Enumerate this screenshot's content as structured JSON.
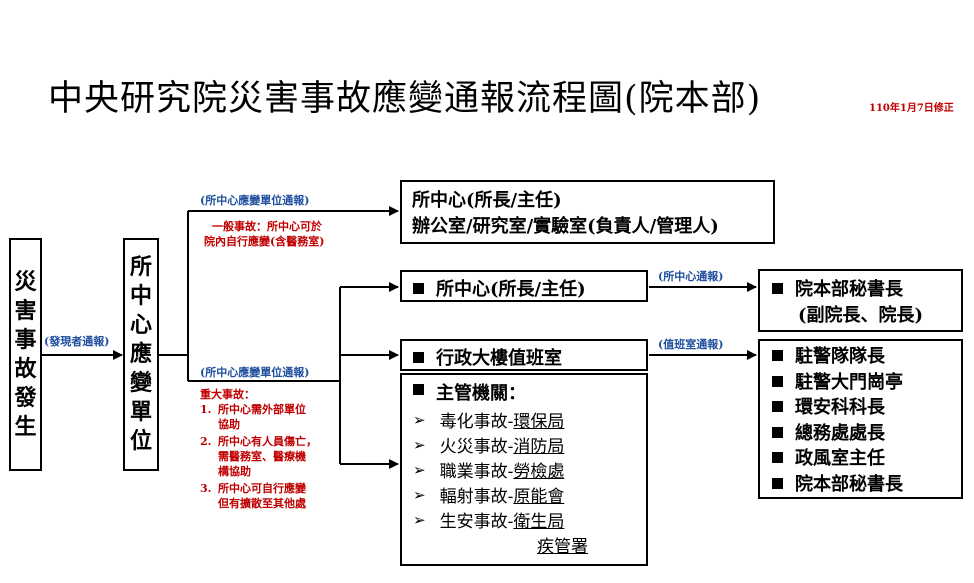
{
  "title": "中央研究院災害事故應變通報流程圖(院本部)",
  "revision": "110年1月7日修正",
  "start_box": [
    "災",
    "害",
    "事",
    "故",
    "發",
    "生"
  ],
  "center_box": [
    "所",
    "中",
    "心",
    "應",
    "變",
    "單",
    "位"
  ],
  "labels": {
    "discoverer_report": "(發現者通報)",
    "unit_report_top": "(所中心應變單位通報)",
    "unit_report_bottom": "(所中心應變單位通報)",
    "center_report": "(所中心通報)",
    "duty_report": "(值班室通報)"
  },
  "general_incident": [
    "一般事故：所中心可於",
    "院內自行應變(含醫務室)"
  ],
  "major_incident": {
    "heading": "重大事故：",
    "items": [
      [
        "1.",
        "所中心需外部單位",
        "協助"
      ],
      [
        "2.",
        "所中心有人員傷亡，",
        "需醫務室、醫療機",
        "構協助"
      ],
      [
        "3.",
        "所中心可自行應變",
        "但有擴散至其他處"
      ]
    ]
  },
  "top_box": [
    "所中心(所長/主任)",
    "辦公室/研究室/實驗室(負責人/管理人)"
  ],
  "director_box": "所中心(所長/主任)",
  "duty_box": "行政大樓值班室",
  "authority_box": {
    "heading": "主管機關：",
    "items": [
      {
        "type": "毒化事故-",
        "agency": "環保局"
      },
      {
        "type": "火災事故-",
        "agency": "消防局"
      },
      {
        "type": "職業事故-",
        "agency": "勞檢處"
      },
      {
        "type": "輻射事故-",
        "agency": "原能會"
      },
      {
        "type": "生安事故-",
        "agency": "衛生局"
      }
    ],
    "extra_agency": "疾管署"
  },
  "secretary_box": [
    "院本部秘書長",
    "(副院長、院長)"
  ],
  "officials_box": [
    "駐警隊隊長",
    "駐警大門崗亭",
    "環安科科長",
    "總務處處長",
    "政風室主任",
    "院本部秘書長"
  ]
}
